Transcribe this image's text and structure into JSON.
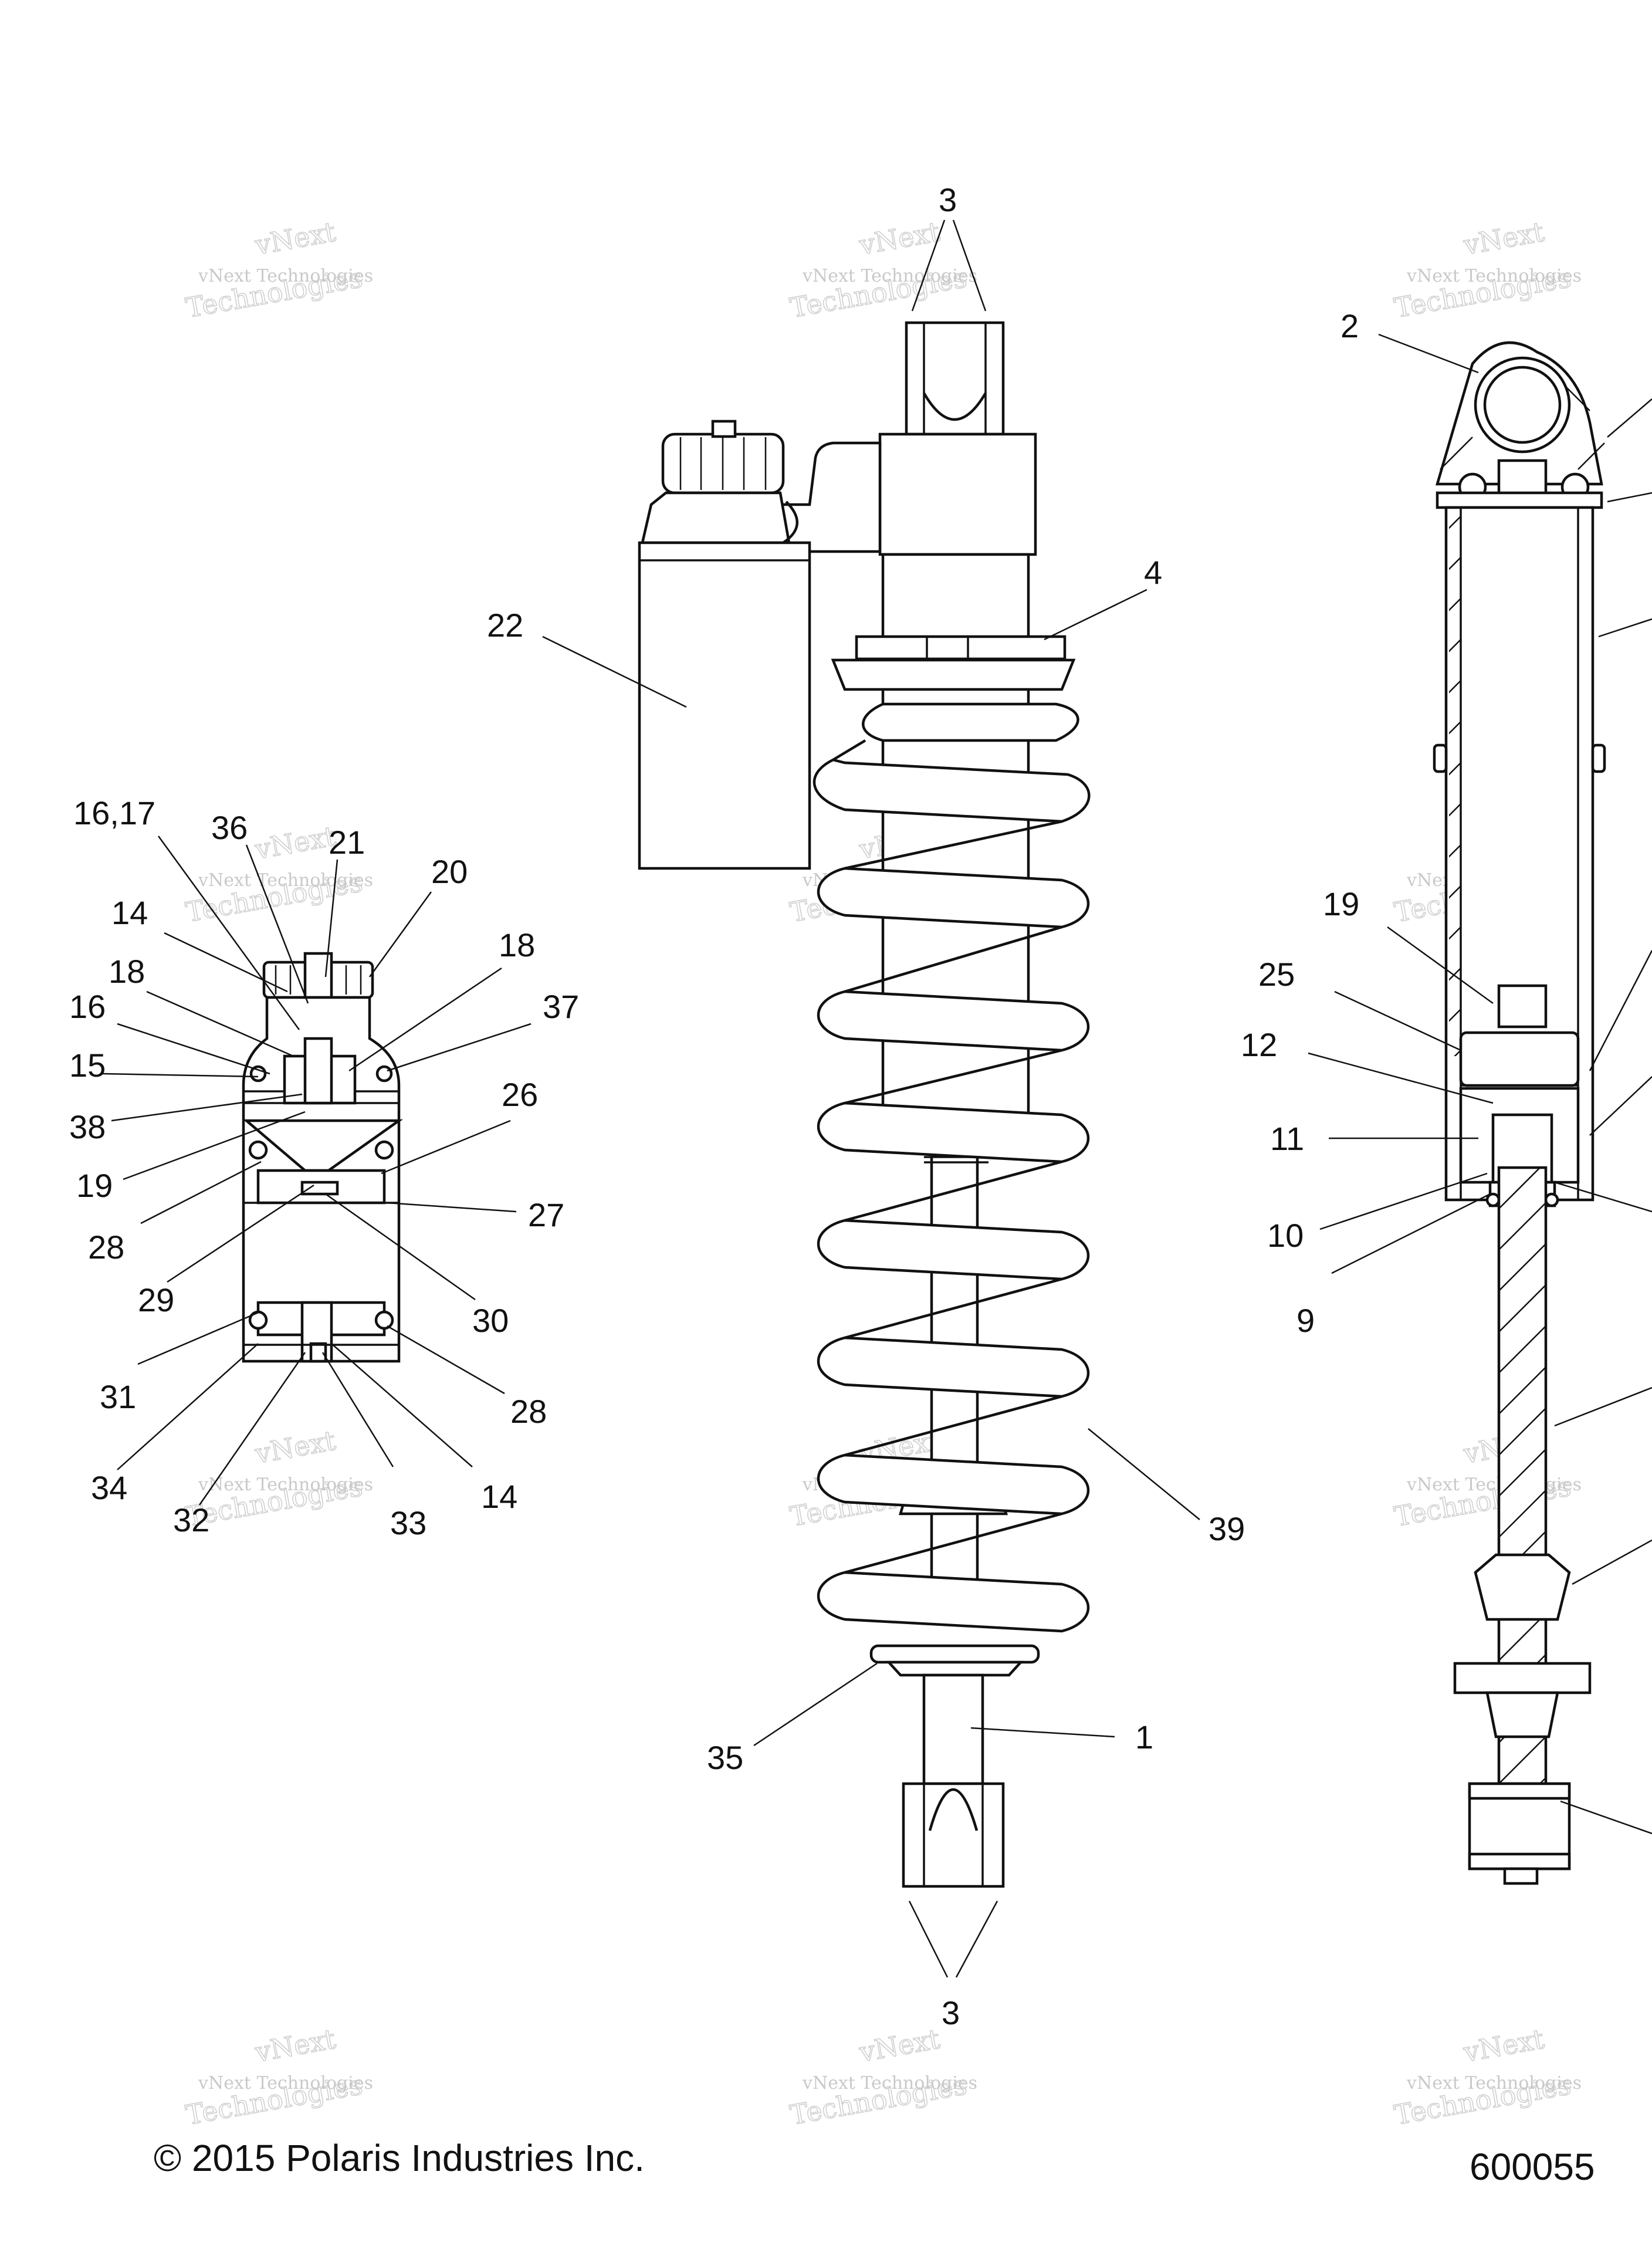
{
  "callouts": {
    "left_assembly": [
      {
        "text": "16,17"
      },
      {
        "text": "36"
      },
      {
        "text": "21"
      },
      {
        "text": "20"
      },
      {
        "text": "14"
      },
      {
        "text": "18"
      },
      {
        "text": "18"
      },
      {
        "text": "16"
      },
      {
        "text": "37"
      },
      {
        "text": "15"
      },
      {
        "text": "38"
      },
      {
        "text": "26"
      },
      {
        "text": "19"
      },
      {
        "text": "27"
      },
      {
        "text": "28"
      },
      {
        "text": "29"
      },
      {
        "text": "30"
      },
      {
        "text": "31"
      },
      {
        "text": "28"
      },
      {
        "text": "34"
      },
      {
        "text": "32"
      },
      {
        "text": "33"
      },
      {
        "text": "14"
      }
    ],
    "center_assembly": [
      {
        "text": "3"
      },
      {
        "text": "22"
      },
      {
        "text": "4"
      },
      {
        "text": "39"
      },
      {
        "text": "35"
      },
      {
        "text": "1"
      },
      {
        "text": "3"
      }
    ],
    "right_assembly": [
      {
        "text": "2"
      },
      {
        "text": "19"
      },
      {
        "text": "25"
      },
      {
        "text": "12"
      },
      {
        "text": "11"
      },
      {
        "text": "10"
      },
      {
        "text": "9"
      }
    ]
  },
  "watermark": {
    "line1": "vNext Technologies",
    "line2": "Technologies",
    "line3": "vNext"
  },
  "footer": {
    "copyright": "© 2015 Polaris Industries Inc.",
    "diagram_number": "600055"
  }
}
